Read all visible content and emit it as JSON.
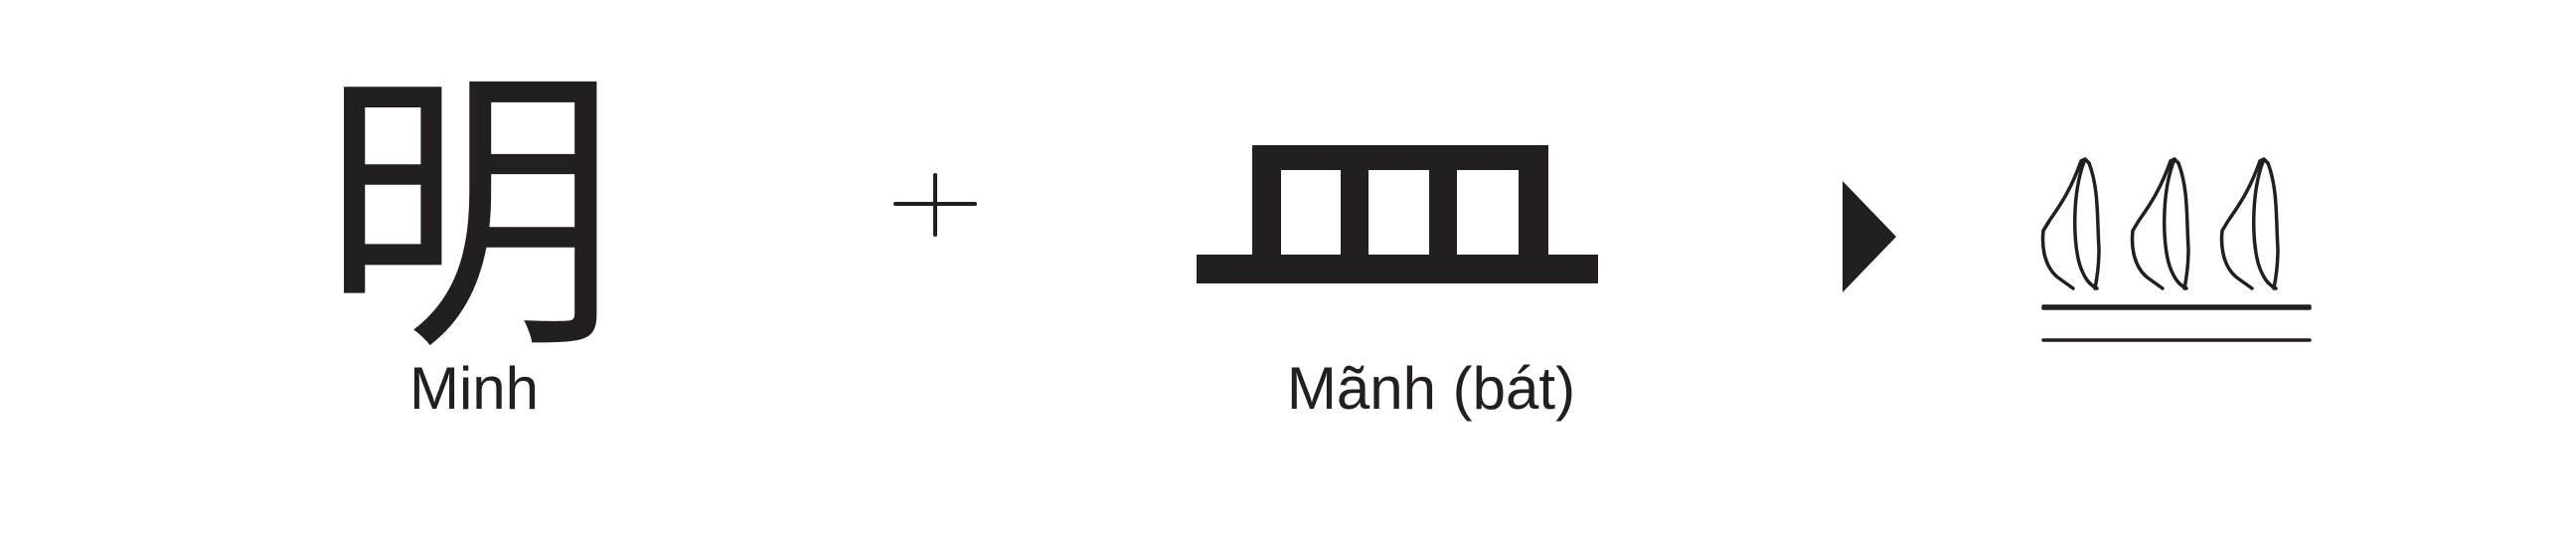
{
  "term1": {
    "character": "明",
    "caption": "Minh"
  },
  "term2": {
    "caption": "Mãnh (bát)"
  },
  "operator_icon": "plus-icon",
  "result_icon": "arrow-right-icon",
  "result_image": "bowls-on-table-icon",
  "colors": {
    "ink": "#231f20",
    "background": "#ffffff"
  }
}
